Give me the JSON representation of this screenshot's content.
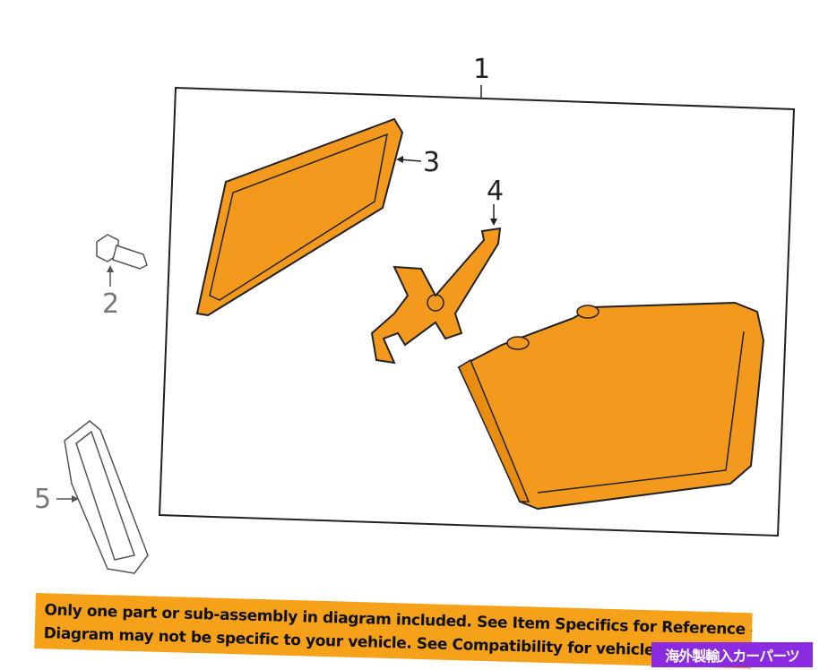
{
  "callouts": {
    "part1": "1",
    "part2": "2",
    "part3": "3",
    "part4": "4",
    "part5": "5"
  },
  "banner": {
    "line1": "Only one part or sub-assembly in diagram included. See Item Specifics for Reference #.",
    "line2": "Diagram may not be specific to your vehicle. See Compatibility for vehicle-spec"
  },
  "badge": {
    "label": "海外製輸入カーパーツ"
  },
  "colors": {
    "part_fill": "#f39a1e",
    "banner": "#f5a21a",
    "badge": "#8a2be2",
    "outline": "#222222",
    "gray_part": "#555555"
  }
}
